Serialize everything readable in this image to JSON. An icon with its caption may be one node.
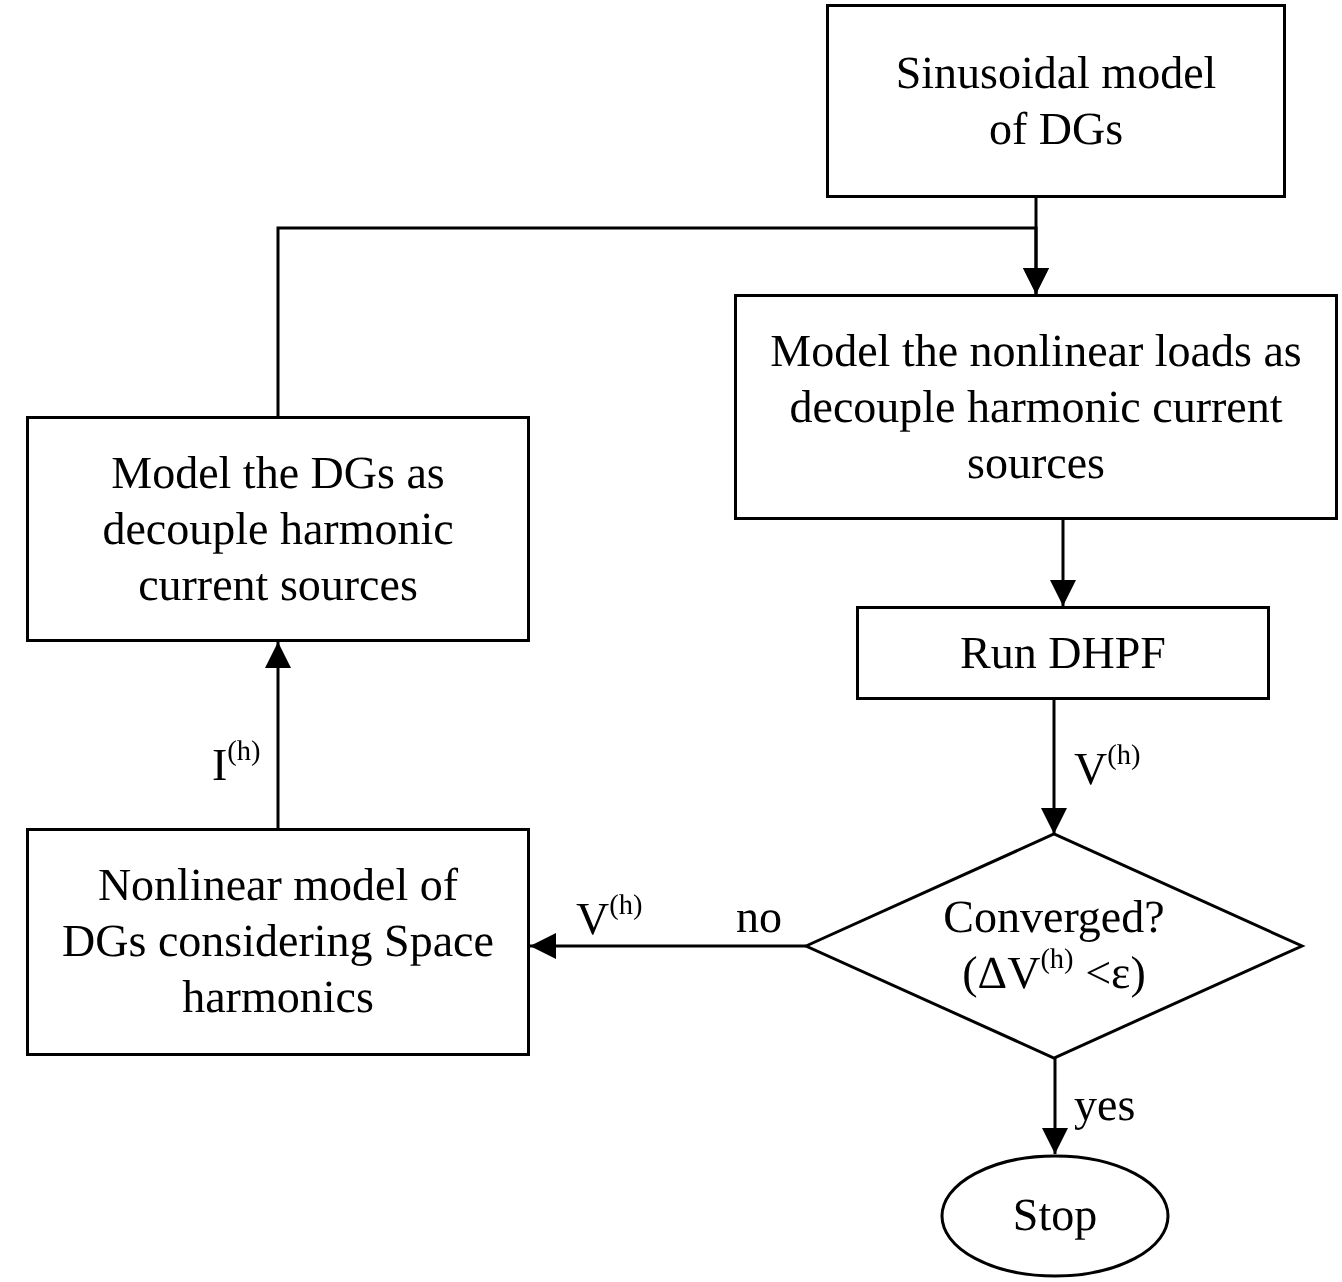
{
  "diagram": {
    "nodes": [
      {
        "text": [
          "Sinusoidal model of DGs"
        ]
      },
      {
        "text": [
          "Model the nonlinear loads as decouple harmonic current sources"
        ]
      },
      {
        "text": [
          "Model the DGs as decouple harmonic current sources"
        ]
      },
      {
        "text": [
          "Run DHPF"
        ]
      },
      {
        "text": [
          "Converged? (ΔV$^{(h)}$ <ε)"
        ]
      },
      {
        "text": [
          "Stop"
        ]
      },
      {
        "text": [
          "Nonlinear model of DGs considering Space harmonics"
        ]
      }
    ],
    "edges": [
      {
        "from": 0,
        "to": 1,
        "arrow": "to"
      },
      {
        "from": 2,
        "to": 1,
        "arrow": "to"
      },
      {
        "from": 1,
        "to": 3,
        "arrow": "to"
      },
      {
        "from": 3,
        "to": 4,
        "arrow": "to",
        "label": "V$^{(h)}$"
      },
      {
        "from": 4,
        "to": 6,
        "arrow": "to",
        "label": "no"
      },
      {
        "from": 4,
        "to": 5,
        "arrow": "to",
        "label": "yes"
      },
      {
        "from": 6,
        "to": 2,
        "arrow": "to",
        "label": "I$^{(h)}$"
      }
    ],
    "labels": [
      "V$^{(h)}$"
    ]
  }
}
